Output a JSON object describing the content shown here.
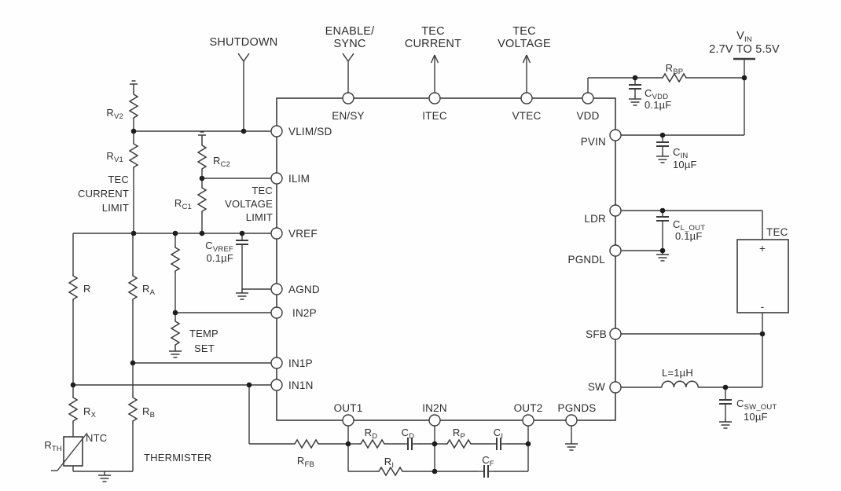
{
  "signals": {
    "shutdown": "SHUTDOWN",
    "enable_sync": [
      "ENABLE/",
      "SYNC"
    ],
    "tec_current": [
      "TEC",
      "CURRENT"
    ],
    "tec_voltage": [
      "TEC",
      "VOLTAGE"
    ],
    "vin": {
      "main": "V",
      "sub": "IN"
    },
    "vin_range": "2.7V TO 5.5V"
  },
  "ic_pins": {
    "top": [
      "EN/SY",
      "ITEC",
      "VTEC",
      "VDD"
    ],
    "left": [
      "VLIM/SD",
      "ILIM",
      "VREF",
      "AGND",
      "IN2P",
      "IN1P",
      "IN1N"
    ],
    "right": [
      "PVIN",
      "LDR",
      "PGNDL",
      "SFB",
      "SW"
    ],
    "bottom": [
      "OUT1",
      "IN2N",
      "OUT2",
      "PGNDS"
    ]
  },
  "annotations": {
    "tec_current_limit": [
      "TEC",
      "CURRENT",
      "LIMIT"
    ],
    "tec_voltage_limit": [
      "TEC",
      "VOLTAGE",
      "LIMIT"
    ],
    "temp_set": [
      "TEMP",
      "SET"
    ],
    "thermister": "THERMISTER",
    "ntc": "NTC"
  },
  "components": {
    "rv2": {
      "main": "R",
      "sub": "V2"
    },
    "rv1": {
      "main": "R",
      "sub": "V1"
    },
    "rc2": {
      "main": "R",
      "sub": "C2"
    },
    "rc1": {
      "main": "R",
      "sub": "C1"
    },
    "r": {
      "main": "R",
      "sub": ""
    },
    "ra": {
      "main": "R",
      "sub": "A"
    },
    "rx": {
      "main": "R",
      "sub": "X"
    },
    "rb": {
      "main": "R",
      "sub": "B"
    },
    "rth": {
      "main": "R",
      "sub": "TH"
    },
    "rbp": {
      "main": "R",
      "sub": "BP"
    },
    "rfb": {
      "main": "R",
      "sub": "FB"
    },
    "rd": {
      "main": "R",
      "sub": "D"
    },
    "cd": {
      "main": "C",
      "sub": "D"
    },
    "rp": {
      "main": "R",
      "sub": "P"
    },
    "ci": {
      "main": "C",
      "sub": "I"
    },
    "ri": {
      "main": "R",
      "sub": "I"
    },
    "cf": {
      "main": "C",
      "sub": "F"
    },
    "cvref": {
      "main": "C",
      "sub": "VREF",
      "value": "0.1µF"
    },
    "cvdd": {
      "main": "C",
      "sub": "VDD",
      "value": "0.1µF"
    },
    "cin": {
      "main": "C",
      "sub": "IN",
      "value": "10µF"
    },
    "cl_out": {
      "main": "C",
      "sub": "L_OUT",
      "value": "0.1µF"
    },
    "csw_out": {
      "main": "C",
      "sub": "SW_OUT",
      "value": "10µF"
    },
    "inductor": "L=1µH",
    "tec": {
      "label": "TEC",
      "plus": "+",
      "minus": "-"
    }
  }
}
